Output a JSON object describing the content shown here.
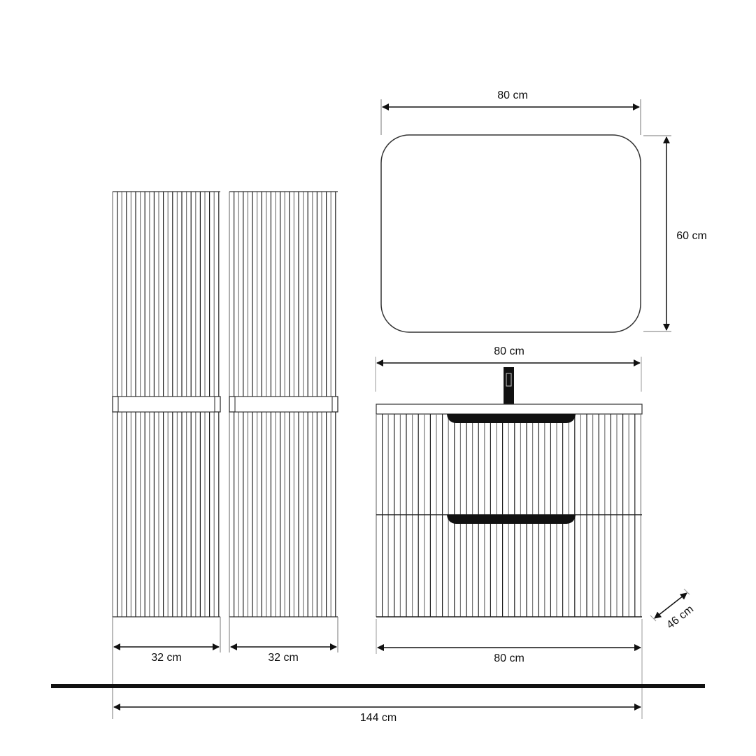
{
  "title": "Bathroom furniture set dimension drawing",
  "colors": {
    "line": "#111111",
    "thin": "#555555",
    "background": "#ffffff"
  },
  "dimensions": {
    "mirror_width": "80 cm",
    "mirror_height": "60 cm",
    "sink_top_width": "80 cm",
    "vanity_width": "80 cm",
    "vanity_depth": "46 cm",
    "column_left_width": "32 cm",
    "column_right_width": "32 cm",
    "total_width": "144 cm"
  },
  "components": [
    {
      "name": "Mirror",
      "shape": "rounded rectangle"
    },
    {
      "name": "Tall column cabinet (left)",
      "feature": "fluted doors, open niche"
    },
    {
      "name": "Tall column cabinet (right)",
      "feature": "fluted doors, open niche"
    },
    {
      "name": "Vanity unit",
      "feature": "2 fluted drawers, black handles, basin top, faucet"
    }
  ]
}
